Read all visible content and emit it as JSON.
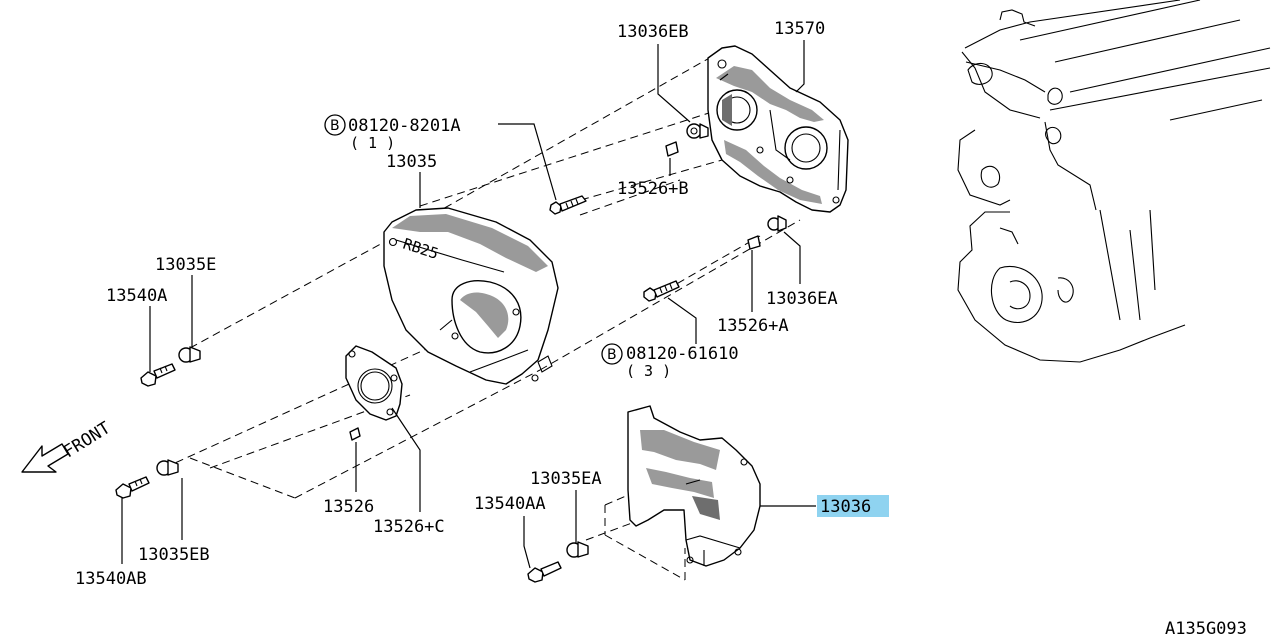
{
  "diagram": {
    "figure_code": "A135G093",
    "front_label": "FRONT",
    "highlight_color": "#8fd3f0",
    "callouts": {
      "c13570": "13570",
      "c13036EB": "13036EB",
      "bolt_b1_code": "08120-8201A",
      "bolt_b1_qty": "( 1 )",
      "bolt_b_symbol": "B",
      "c13035": "13035",
      "c13526B": "13526+B",
      "c13035E": "13035E",
      "c13540A": "13540A",
      "c13036EA": "13036EA",
      "c13526A": "13526+A",
      "bolt_b2_code": "08120-61610",
      "bolt_b2_qty": "( 3 )",
      "c13526": "13526",
      "c13526C": "13526+C",
      "c13035EA": "13035EA",
      "c13540AA": "13540AA",
      "c13036": "13036",
      "c13035EB": "13035EB",
      "c13540AB": "13540AB"
    },
    "cover_marking": "RB25"
  }
}
